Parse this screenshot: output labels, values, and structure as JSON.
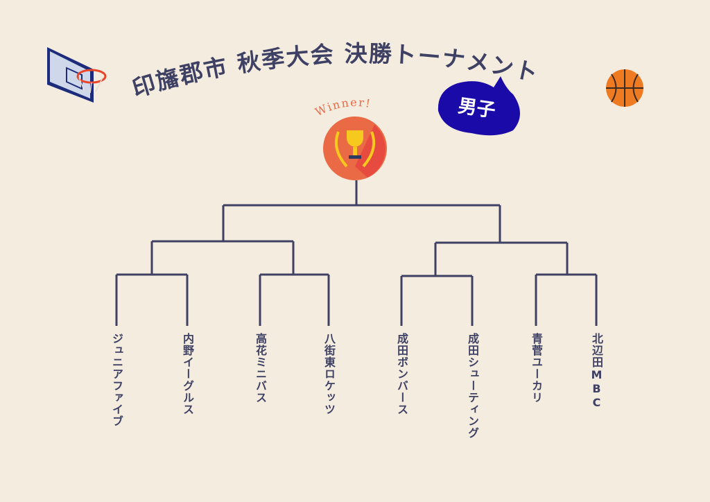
{
  "title": "印旛郡市 秋季大会 決勝トーナメント",
  "division": "男子",
  "winner_label": "Winner!",
  "colors": {
    "background": "#f4ecdf",
    "line": "#3e4064",
    "bubble": "#1a0aa8",
    "medal": "#ea6a45",
    "trophy": "#f7c81e"
  },
  "teams": [
    "ジュニアファイブ",
    "内野イーグルス",
    "高花ミニバス",
    "八街東ロケッツ",
    "成田ボンバース",
    "成田シューティング",
    "青菅ユーカリ",
    "北辺田MBC"
  ]
}
